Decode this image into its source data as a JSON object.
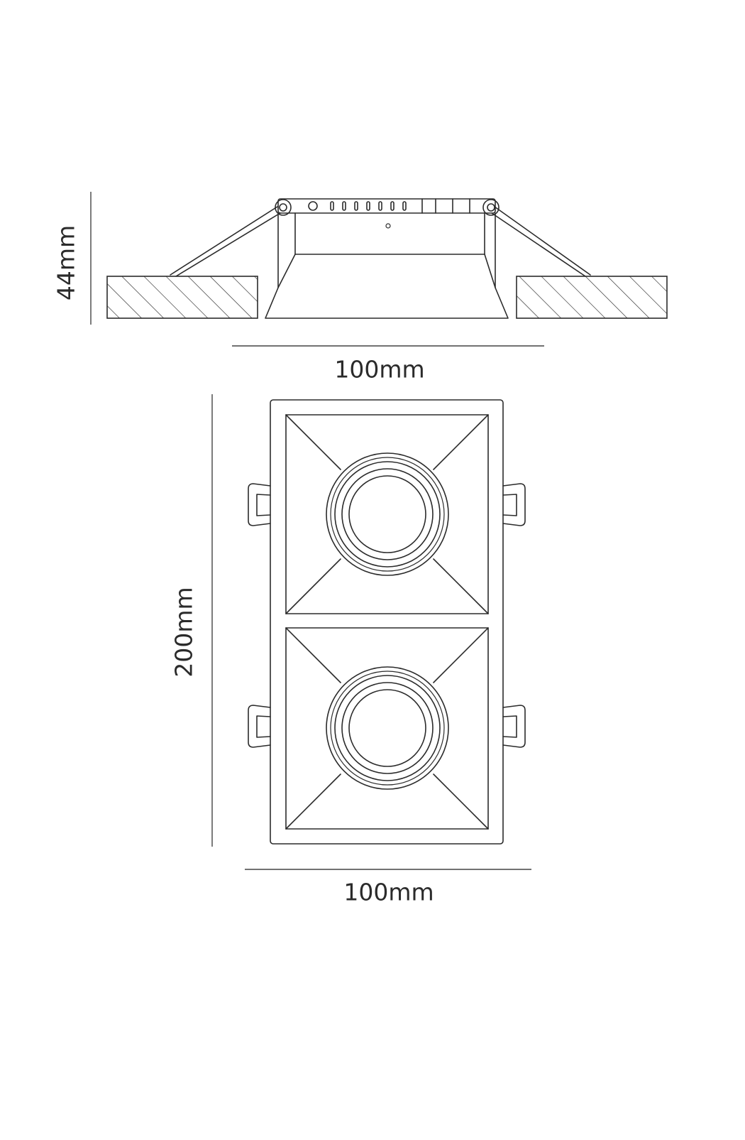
{
  "dimensions": {
    "side_height": "44mm",
    "side_width": "100mm",
    "top_length": "200mm",
    "top_width": "100mm"
  }
}
